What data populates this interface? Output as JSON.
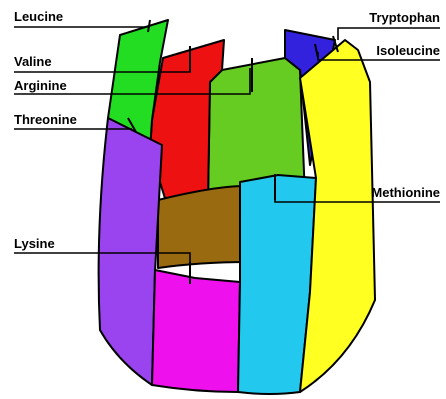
{
  "diagram": {
    "labels": {
      "leucine": "Leucine",
      "valine": "Valine",
      "arginine": "Arginine",
      "threonine": "Threonine",
      "lysine": "Lysine",
      "tryptophan": "Tryptophan",
      "isoleucine": "Isoleucine",
      "methionine": "Methionine"
    },
    "colors": {
      "leucine": "#22dd22",
      "valine": "#ee1111",
      "arginine": "#66cc22",
      "threonine": "#9944ee",
      "lysine": "#ee11ee",
      "lysine_floor": "#9a6a10",
      "tryptophan": "#3322dd",
      "isoleucine": "#ffff22",
      "methionine": "#22c8ee",
      "outline": "#000000",
      "background": "#ffffff"
    }
  }
}
